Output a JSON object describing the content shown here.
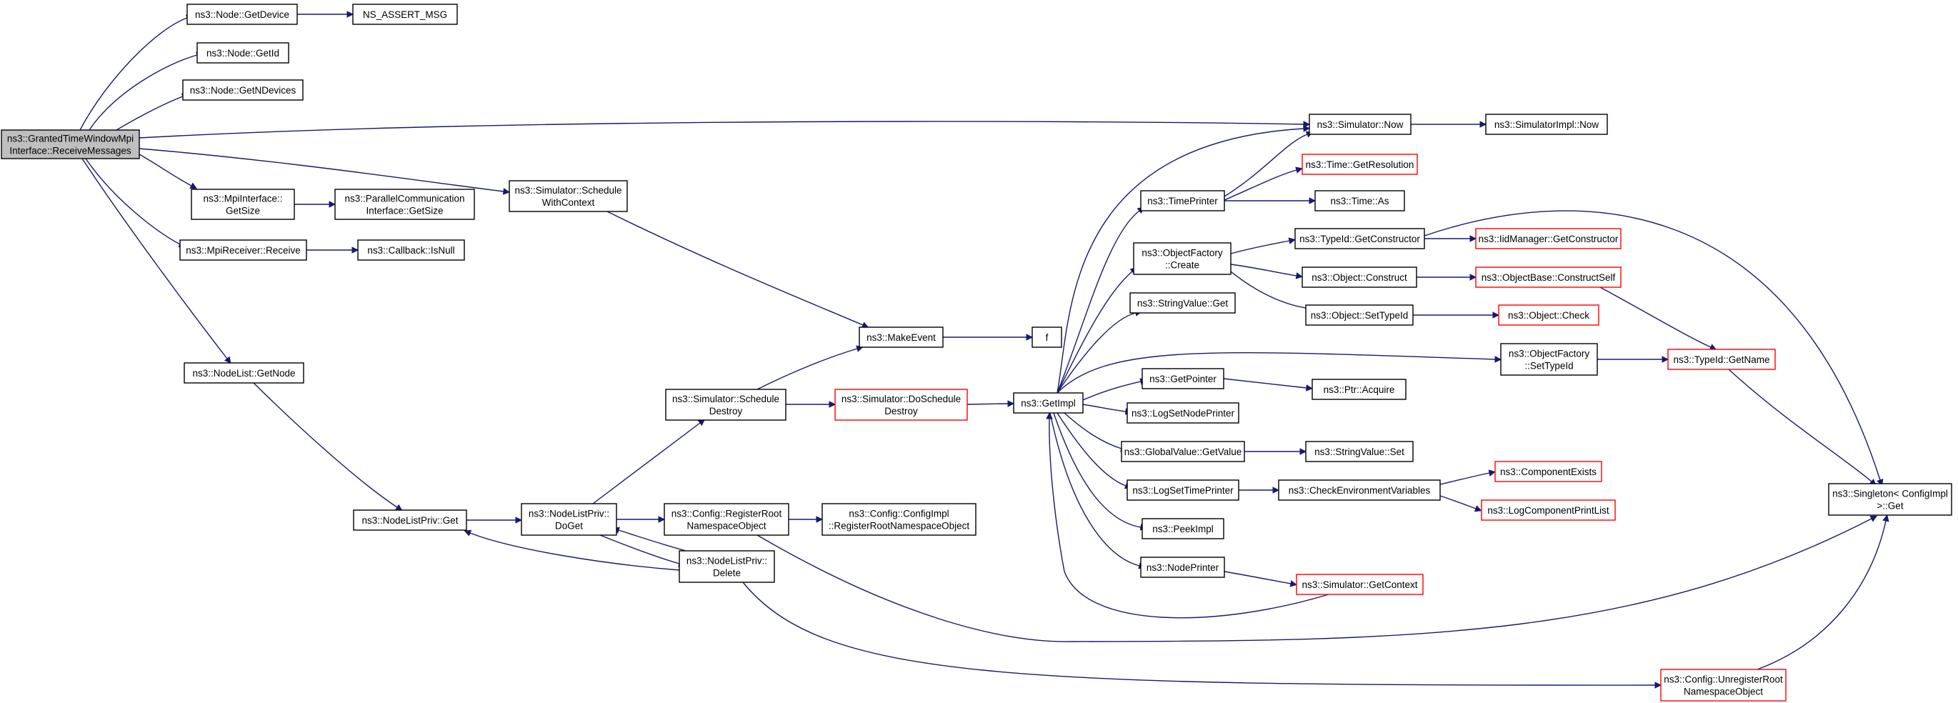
{
  "colors": {
    "edge": "#191970",
    "root_fill": "#bfbfbf",
    "border_normal": "#000000",
    "border_truncated": "#ff0000"
  },
  "nodes": [
    {
      "id": "root",
      "lines": [
        "ns3::GrantedTimeWindowMpi",
        "Interface::ReceiveMessages"
      ],
      "style": "root"
    },
    {
      "id": "getdevice",
      "lines": [
        "ns3::Node::GetDevice"
      ],
      "style": "normal"
    },
    {
      "id": "assert",
      "lines": [
        "NS_ASSERT_MSG"
      ],
      "style": "normal"
    },
    {
      "id": "getid",
      "lines": [
        "ns3::Node::GetId"
      ],
      "style": "normal"
    },
    {
      "id": "getndev",
      "lines": [
        "ns3::Node::GetNDevices"
      ],
      "style": "normal"
    },
    {
      "id": "mpigetsize",
      "lines": [
        "ns3::MpiInterface::",
        "GetSize"
      ],
      "style": "normal"
    },
    {
      "id": "parcomm",
      "lines": [
        "ns3::ParallelCommunication",
        "Interface::GetSize"
      ],
      "style": "normal"
    },
    {
      "id": "mpirecv",
      "lines": [
        "ns3::MpiReceiver::Receive"
      ],
      "style": "normal"
    },
    {
      "id": "isnull",
      "lines": [
        "ns3::Callback::IsNull"
      ],
      "style": "normal"
    },
    {
      "id": "nlgetnode",
      "lines": [
        "ns3::NodeList::GetNode"
      ],
      "style": "normal"
    },
    {
      "id": "schedctx",
      "lines": [
        "ns3::Simulator::Schedule",
        "WithContext"
      ],
      "style": "normal"
    },
    {
      "id": "simnow",
      "lines": [
        "ns3::Simulator::Now"
      ],
      "style": "normal"
    },
    {
      "id": "simimplnow",
      "lines": [
        "ns3::SimulatorImpl::Now"
      ],
      "style": "normal"
    },
    {
      "id": "makeevent",
      "lines": [
        "ns3::MakeEvent"
      ],
      "style": "normal"
    },
    {
      "id": "f",
      "lines": [
        "f"
      ],
      "style": "normal"
    },
    {
      "id": "nlpget",
      "lines": [
        "ns3::NodeListPriv::Get"
      ],
      "style": "normal"
    },
    {
      "id": "nlpdoget",
      "lines": [
        "ns3::NodeListPriv::",
        "DoGet"
      ],
      "style": "normal"
    },
    {
      "id": "schedestroy",
      "lines": [
        "ns3::Simulator::Schedule",
        "Destroy"
      ],
      "style": "normal"
    },
    {
      "id": "doschedestroy",
      "lines": [
        "ns3::Simulator::DoSchedule",
        "Destroy"
      ],
      "style": "truncated"
    },
    {
      "id": "regroot",
      "lines": [
        "ns3::Config::RegisterRoot",
        "NamespaceObject"
      ],
      "style": "normal"
    },
    {
      "id": "cfgimplreg",
      "lines": [
        "ns3::Config::ConfigImpl",
        "::RegisterRootNamespaceObject"
      ],
      "style": "normal"
    },
    {
      "id": "nlpdelete",
      "lines": [
        "ns3::NodeListPriv::",
        "Delete"
      ],
      "style": "normal"
    },
    {
      "id": "getimpl",
      "lines": [
        "ns3::GetImpl"
      ],
      "style": "normal"
    },
    {
      "id": "timeprinter",
      "lines": [
        "ns3::TimePrinter"
      ],
      "style": "normal"
    },
    {
      "id": "timegetres",
      "lines": [
        "ns3::Time::GetResolution"
      ],
      "style": "truncated"
    },
    {
      "id": "timeas",
      "lines": [
        "ns3::Time::As"
      ],
      "style": "normal"
    },
    {
      "id": "objfactcreate",
      "lines": [
        "ns3::ObjectFactory",
        "::Create"
      ],
      "style": "normal"
    },
    {
      "id": "typeidgetctor",
      "lines": [
        "ns3::TypeId::GetConstructor"
      ],
      "style": "normal"
    },
    {
      "id": "iidmgrctor",
      "lines": [
        "ns3::IidManager::GetConstructor"
      ],
      "style": "truncated"
    },
    {
      "id": "objconstruct",
      "lines": [
        "ns3::Object::Construct"
      ],
      "style": "normal"
    },
    {
      "id": "objbasector",
      "lines": [
        "ns3::ObjectBase::ConstructSelf"
      ],
      "style": "truncated"
    },
    {
      "id": "objsettypeid",
      "lines": [
        "ns3::Object::SetTypeId"
      ],
      "style": "normal"
    },
    {
      "id": "objcheck",
      "lines": [
        "ns3::Object::Check"
      ],
      "style": "truncated"
    },
    {
      "id": "strvalget",
      "lines": [
        "ns3::StringValue::Get"
      ],
      "style": "normal"
    },
    {
      "id": "objfactsettid",
      "lines": [
        "ns3::ObjectFactory",
        "::SetTypeId"
      ],
      "style": "normal"
    },
    {
      "id": "typeidgetname",
      "lines": [
        "ns3::TypeId::GetName"
      ],
      "style": "truncated"
    },
    {
      "id": "getpointer",
      "lines": [
        "ns3::GetPointer"
      ],
      "style": "normal"
    },
    {
      "id": "ptracquire",
      "lines": [
        "ns3::Ptr::Acquire"
      ],
      "style": "normal"
    },
    {
      "id": "logsetnodep",
      "lines": [
        "ns3::LogSetNodePrinter"
      ],
      "style": "normal"
    },
    {
      "id": "gvgetvalue",
      "lines": [
        "ns3::GlobalValue::GetValue"
      ],
      "style": "normal"
    },
    {
      "id": "strvalset",
      "lines": [
        "ns3::StringValue::Set"
      ],
      "style": "normal"
    },
    {
      "id": "logsettimep",
      "lines": [
        "ns3::LogSetTimePrinter"
      ],
      "style": "normal"
    },
    {
      "id": "checkenv",
      "lines": [
        "ns3::CheckEnvironmentVariables"
      ],
      "style": "normal"
    },
    {
      "id": "compexists",
      "lines": [
        "ns3::ComponentExists"
      ],
      "style": "truncated"
    },
    {
      "id": "logcompprint",
      "lines": [
        "ns3::LogComponentPrintList"
      ],
      "style": "truncated"
    },
    {
      "id": "peekimpl",
      "lines": [
        "ns3::PeekImpl"
      ],
      "style": "normal"
    },
    {
      "id": "nodeprinter",
      "lines": [
        "ns3::NodePrinter"
      ],
      "style": "normal"
    },
    {
      "id": "simgetctx",
      "lines": [
        "ns3::Simulator::GetContext"
      ],
      "style": "truncated"
    },
    {
      "id": "singleton",
      "lines": [
        "ns3::Singleton< ConfigImpl",
        " >::Get"
      ],
      "style": "normal"
    },
    {
      "id": "unregroot",
      "lines": [
        "ns3::Config::UnregisterRoot",
        "NamespaceObject"
      ],
      "style": "truncated"
    }
  ]
}
